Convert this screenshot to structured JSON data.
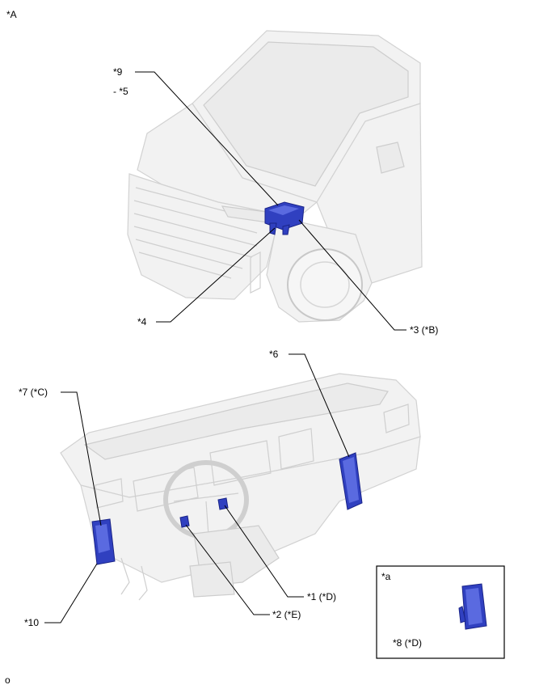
{
  "labels": {
    "view_a": "*A",
    "callout_9": "*9",
    "callout_5": "- *5",
    "callout_4": "*4",
    "callout_3": "*3 (*B)",
    "callout_6": "*6",
    "callout_7": "*7 (*C)",
    "callout_10": "*10",
    "callout_2": "*2 (*E)",
    "callout_1": "*1 (*D)",
    "inset_a": "*a",
    "callout_8": "*8 (*D)",
    "corner_mark": "o"
  },
  "colors": {
    "component": "#3040c0",
    "component_highlight": "#5a6ae0",
    "vehicle_body": "#f2f2f2"
  }
}
